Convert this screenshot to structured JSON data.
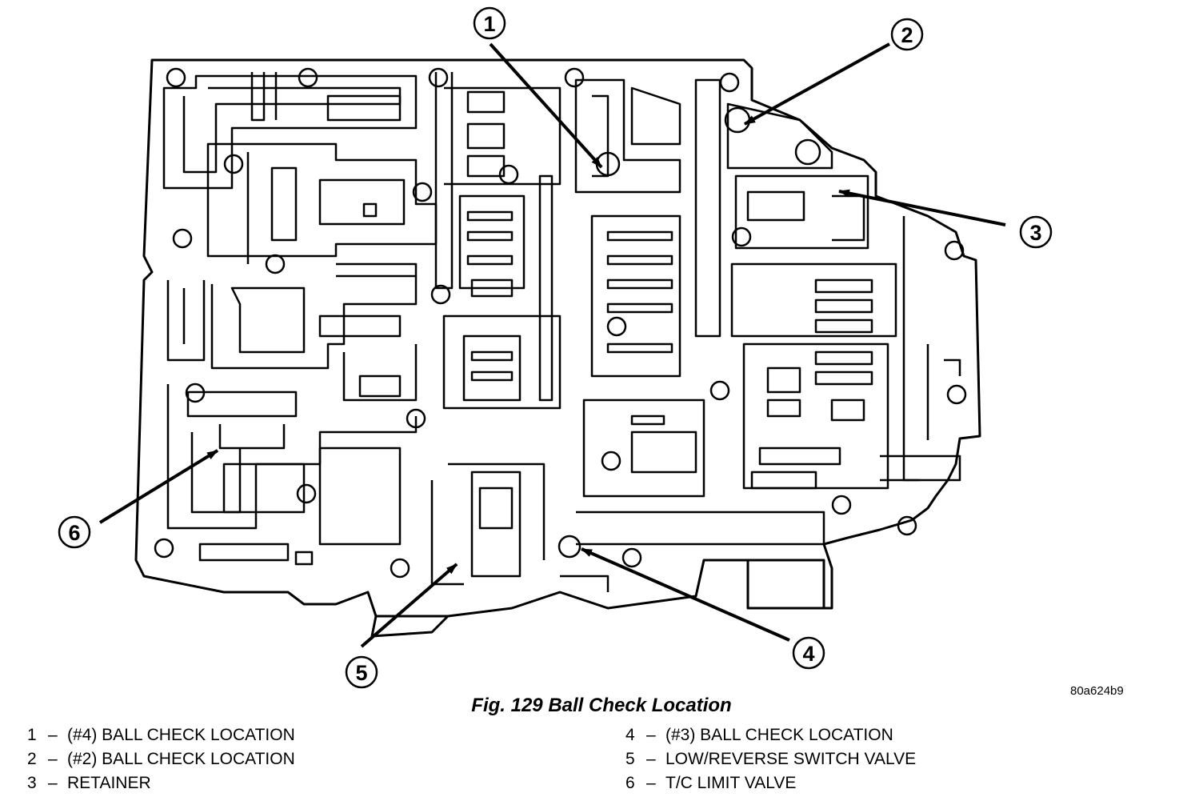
{
  "figure": {
    "caption": "Fig. 129 Ball Check Location",
    "ref_code": "80a624b9",
    "callouts": [
      "1",
      "2",
      "3",
      "4",
      "5",
      "6"
    ]
  },
  "legend": {
    "separator": "–",
    "left": [
      {
        "num": "1",
        "text": "(#4) BALL CHECK LOCATION"
      },
      {
        "num": "2",
        "text": "(#2) BALL CHECK LOCATION"
      },
      {
        "num": "3",
        "text": "RETAINER"
      }
    ],
    "right": [
      {
        "num": "4",
        "text": "(#3) BALL CHECK LOCATION"
      },
      {
        "num": "5",
        "text": "LOW/REVERSE SWITCH VALVE"
      },
      {
        "num": "6",
        "text": "T/C LIMIT VALVE"
      }
    ]
  }
}
